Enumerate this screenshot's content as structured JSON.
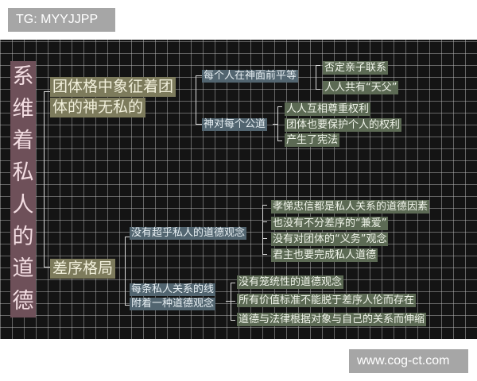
{
  "watermarks": {
    "top": "TG: MYYJJPP",
    "bottom": "www.cog-ct.com"
  },
  "colors": {
    "board_bg": "#141414",
    "grid_line": "#8a8a8a",
    "title_bar": "#6e5059",
    "level1_box": "#7d7b5c",
    "level2_box": "#526570",
    "level3_box": "#5c6a54"
  },
  "diagram": {
    "title_chars": [
      "系",
      "维",
      "着",
      "私",
      "人",
      "的",
      "道",
      "德"
    ],
    "branches": [
      {
        "label_line1": "团体格中象征着团",
        "label_line2": "体的神无私的",
        "children": [
          {
            "label": "每个人在神面前平等",
            "children": [
              "否定亲子联系",
              "人人共有“天父”"
            ]
          },
          {
            "label": "神对每个公道",
            "children": [
              "人人互相尊重权利",
              "团体也要保护个人的权利",
              "产生了宪法"
            ]
          }
        ]
      },
      {
        "label": "差序格局",
        "children": [
          {
            "label": "没有超乎私人的道德观念",
            "children": [
              "孝悌忠信都是私人关系的道德因素",
              "也没有不分差序的“兼爱”",
              "没有对团体的“义务”观念",
              "君主也要完成私人道德"
            ]
          },
          {
            "label_line1": "每条私人关系的线",
            "label_line2": "附着一种道德观念",
            "children": [
              "没有笼统性的道德观念",
              "所有价值标准不能脱于差序人伦而存在",
              "道德与法律根据对象与自己的关系而伸缩"
            ]
          }
        ]
      }
    ]
  }
}
